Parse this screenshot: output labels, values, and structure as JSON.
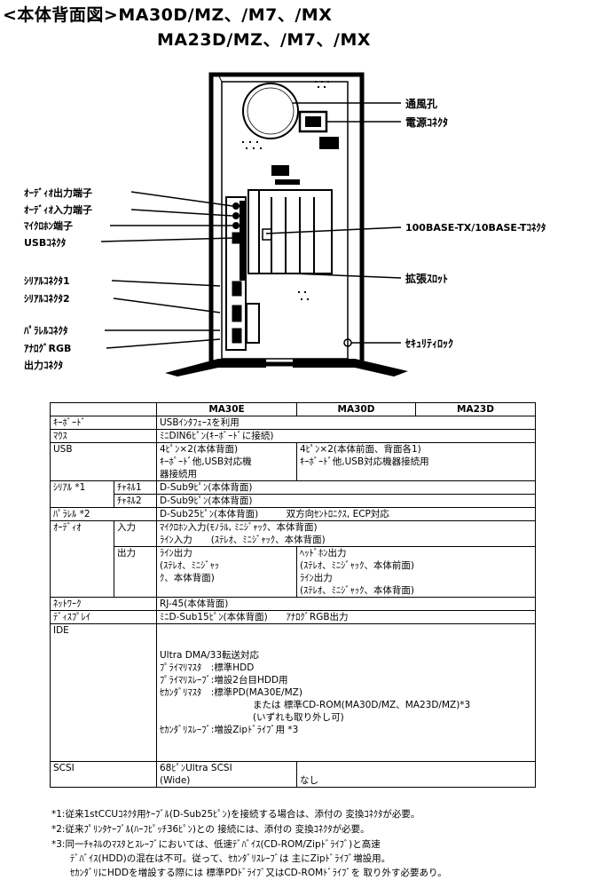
{
  "title": {
    "line1": "<本体背面図>MA30D/MZ、/M7、/MX",
    "line2": "MA23D/MZ、/M7、/MX"
  },
  "diagram": {
    "labels_left": [
      "ｵｰﾃﾞｨｵ出力端子",
      "ｵｰﾃﾞｨｵ入力端子",
      "ﾏｲｸﾛﾎﾝ端子",
      "USBｺﾈｸﾀ",
      "ｼﾘｱﾙｺﾈｸﾀ1",
      "ｼﾘｱﾙｺﾈｸﾀ2",
      "ﾊﾟﾗﾚﾙｺﾈｸﾀ",
      "ｱﾅﾛｸﾞRGB",
      "出力ｺﾈｸﾀ"
    ],
    "labels_right": [
      "通風孔",
      "電源ｺﾈｸﾀ",
      "100BASE-TX/10BASE-Tｺﾈｸﾀ",
      "拡張ｽﾛｯﾄ",
      "ｾｷｭﾘﾃｨﾛｯｸ"
    ]
  },
  "table": {
    "header": [
      "MA30E",
      "MA30D",
      "MA23D"
    ],
    "keyboard": {
      "label": "ｷｰﾎﾞｰﾄﾞ",
      "value": "USBｲﾝﾀﾌｪｰｽを利用"
    },
    "mouse": {
      "label": "ﾏｳｽ",
      "value": "ﾐﾆDIN6ﾋﾟﾝ(ｷｰﾎﾞｰﾄﾞに接続)"
    },
    "usb": {
      "label": "USB",
      "e1": "4ﾋﾟﾝ×2(本体背面)",
      "e2": "ｷｰﾎﾞｰﾄﾞ他,USB対応機",
      "e3": "器接続用",
      "d1": "4ﾋﾟﾝ×2(本体前面、背面各1)",
      "d2": "ｷｰﾎﾞｰﾄﾞ他,USB対応機器接続用"
    },
    "serial": {
      "label": "ｼﾘｱﾙ *1",
      "ch1": "ﾁｬﾈﾙ1",
      "ch1_val": "D-Sub9ﾋﾟﾝ(本体背面)",
      "ch2": "ﾁｬﾈﾙ2",
      "ch2_val": "D-Sub9ﾋﾟﾝ(本体背面)"
    },
    "parallel": {
      "label": "ﾊﾟﾗﾚﾙ *2",
      "value": "D-Sub25ﾋﾟﾝ(本体背面)　　　双方向ｾﾝﾄﾛﾆｸｽ, ECP対応"
    },
    "audio": {
      "label": "ｵｰﾃﾞｨｵ",
      "in_label": "入力",
      "in1": "ﾏｲｸﾛﾎﾝ入力(ﾓﾉﾗﾙ, ﾐﾆｼﾞｬｯｸ、本体背面)",
      "in2": "ﾗｲﾝ入力　　(ｽﾃﾚｵ、ﾐﾆｼﾞｬｯｸ、本体背面)",
      "out_label": "出力",
      "oute1": "ﾗｲﾝ出力",
      "oute2": "(ｽﾃﾚｵ、ﾐﾆｼﾞｬｯ",
      "oute3": "ｸ、本体背面)",
      "outd1": "ﾍｯﾄﾞﾎﾝ出力",
      "outd2": "(ｽﾃﾚｵ、ﾐﾆｼﾞｬｯｸ、本体前面)",
      "outd3": "ﾗｲﾝ出力",
      "outd4": "(ｽﾃﾚｵ、ﾐﾆｼﾞｬｯｸ、本体背面)"
    },
    "network": {
      "label": "ﾈｯﾄﾜｰｸ",
      "value": "RJ-45(本体背面)"
    },
    "display": {
      "label": "ﾃﾞｨｽﾌﾟﾚｲ",
      "value": "ﾐﾆD-Sub15ﾋﾟﾝ(本体背面)　　ｱﾅﾛｸﾞRGB出力"
    },
    "ide": {
      "label": "IDE",
      "l1": "Ultra DMA/33転送対応",
      "l2": "ﾌﾟﾗｲﾏﾘﾏｽﾀ　:標準HDD",
      "l3": "ﾌﾟﾗｲﾏﾘｽﾚｰﾌﾞ:増設2台目HDD用",
      "l4": "ｾｶﾝﾀﾞﾘﾏｽﾀ　:標準PD(MA30E/MZ)",
      "l5": "　　　　　　　　　　または 標準CD-ROM(MA30D/MZ、MA23D/MZ)*3",
      "l6": "　　　　　　　　　　(いずれも取り外し可)",
      "l7": "ｾｶﾝﾀﾞﾘｽﾚｰﾌﾞ:増設Zipﾄﾞﾗｲﾌﾞ用 *3"
    },
    "scsi": {
      "label": "SCSI",
      "v1": "68ﾋﾟﾝUltra SCSI",
      "v2": "(Wide)",
      "v3": "なし"
    }
  },
  "notes": [
    "*1:従来1stCCUｺﾈｸﾀ用ｹｰﾌﾞﾙ(D-Sub25ﾋﾟﾝ)を接続する場合は、添付の 変換ｺﾈｸﾀが必要。",
    "*2:従来ﾌﾟﾘﾝﾀｹｰﾌﾞﾙ(ﾊｰﾌﾋﾟｯﾁ36ﾋﾟﾝ)との 接続には、添付の 変換ｺﾈｸﾀが必要。",
    "*3:同一ﾁｬﾈﾙのﾏｽﾀとｽﾚｰﾌﾞにおいては、低速ﾃﾞﾊﾞｲｽ(CD-ROM/Zipﾄﾞﾗｲﾌﾞ)と高速",
    "　　ﾃﾞﾊﾞｲｽ(HDD)の混在は不可。従って、ｾｶﾝﾀﾞﾘｽﾚｰﾌﾞは 主にZipﾄﾞﾗｲﾌﾞ増設用。",
    "　　ｾｶﾝﾀﾞﾘにHDDを増設する際には 標準PDﾄﾞﾗｲﾌﾞ又はCD-ROMﾄﾞﾗｲﾌﾞを 取り外す必要あり。"
  ]
}
